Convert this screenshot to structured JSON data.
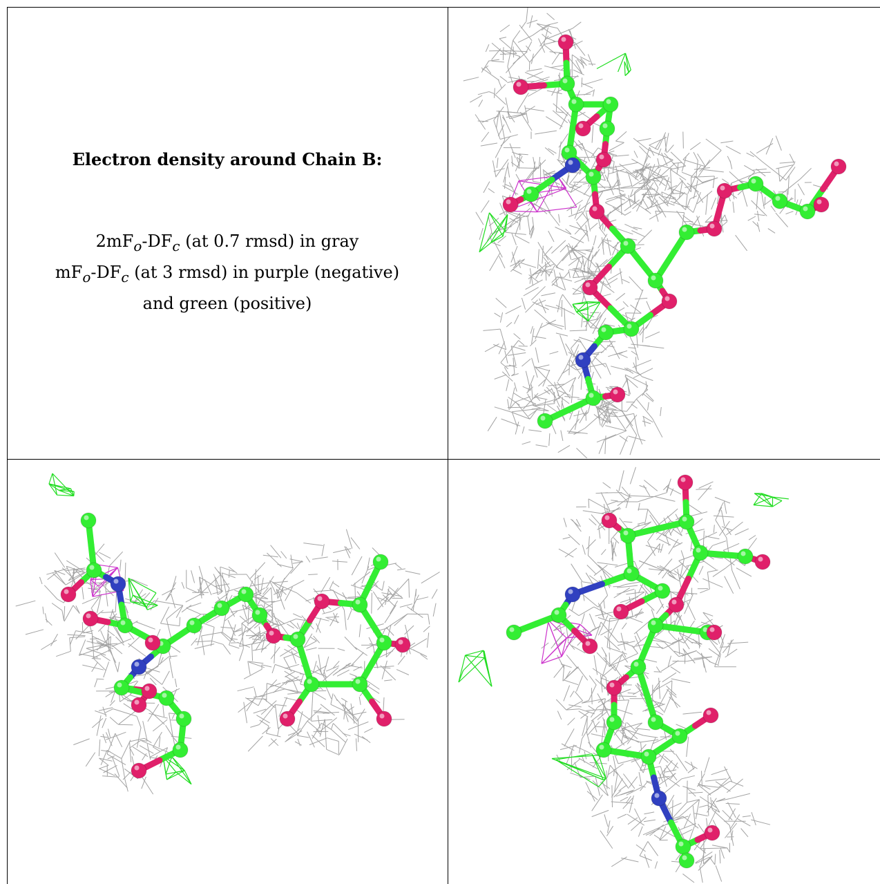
{
  "caption": {
    "title": "Electron density around Chain B:",
    "line1_pre": "2mF",
    "line1_sub1": "o",
    "line1_mid": "-DF",
    "line1_sub2": "c",
    "line1_post": " (at 0.7 rmsd) in gray",
    "line2_pre": "mF",
    "line2_sub1": "o",
    "line2_mid": "-DF",
    "line2_sub2": "c",
    "line2_post": " (at 3 rmsd) in purple (negative)",
    "line3": "and green (positive)"
  },
  "colors": {
    "carbon": "#33ee33",
    "oxygen": "#e0206a",
    "nitrogen": "#3040c0",
    "mesh_gray": "#999999",
    "mesh_purple": "#cc33cc",
    "mesh_green": "#22dd22"
  },
  "panels": [
    {
      "name": "top-right-view"
    },
    {
      "name": "bottom-left-view"
    },
    {
      "name": "bottom-right-view"
    }
  ]
}
